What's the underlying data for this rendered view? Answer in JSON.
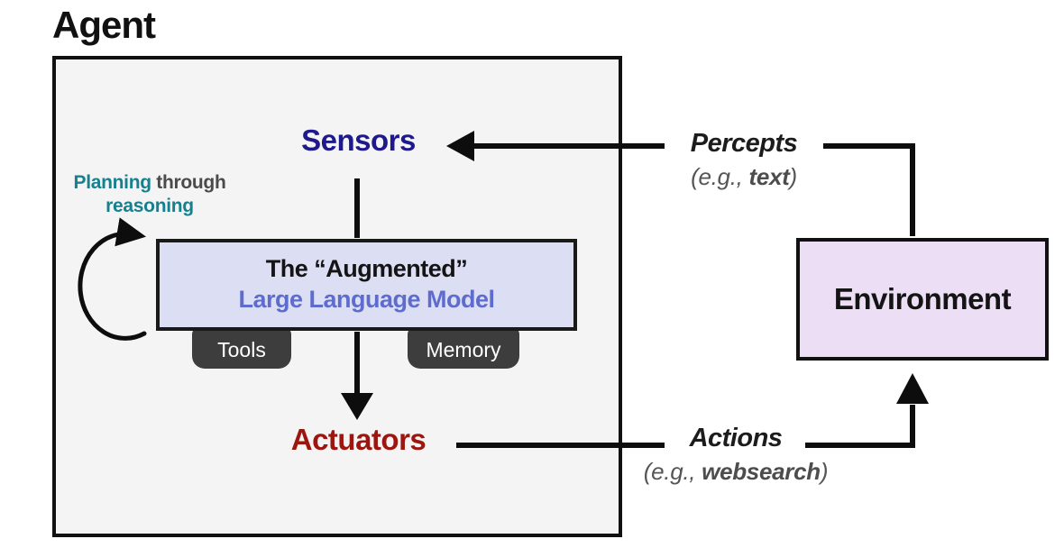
{
  "agent": {
    "title": "Agent",
    "sensors_label": "Sensors",
    "actuators_label": "Actuators",
    "planning": {
      "part1": "Planning",
      "part2": " through",
      "part3": "reasoning"
    },
    "llm_box": {
      "line1": "The “Augmented”",
      "line2": "Large Language Model"
    },
    "tools_tab": "Tools",
    "memory_tab": "Memory"
  },
  "environment": {
    "label": "Environment"
  },
  "flows": {
    "percepts": {
      "label": "Percepts",
      "example_open": "(e.g., ",
      "example_term": "text",
      "example_close": ")"
    },
    "actions": {
      "label": "Actions",
      "example_open": "(e.g., ",
      "example_term": "websearch",
      "example_close": ")"
    }
  },
  "colors": {
    "sensors_text": "#1e1a8c",
    "actuators_text": "#9d150f",
    "planning_teal": "#17808f",
    "through_gray": "#4a4a4a",
    "llm_model_text": "#5d6cce",
    "llm_box_fill": "#dcdef3",
    "agent_box_fill": "#f4f4f4",
    "environment_fill": "#ecdef4",
    "tab_fill": "#3d3d3d",
    "arrow_black": "#0d0d0d",
    "example_gray": "#555555"
  }
}
